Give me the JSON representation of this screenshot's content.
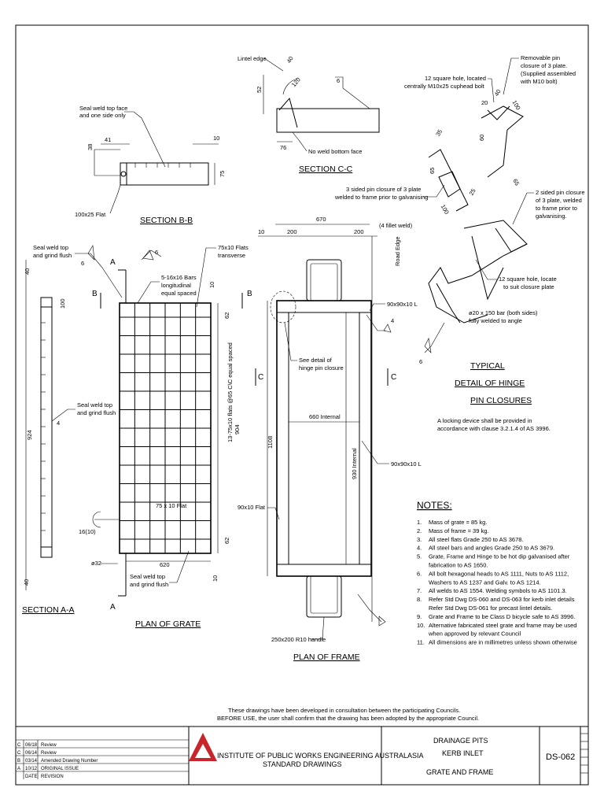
{
  "section_bb": {
    "title": "SECTION B-B",
    "seal_weld": [
      "Seal weld top face",
      "and one side only"
    ],
    "dim_38": "38",
    "dim_41": "41",
    "dim_10": "10",
    "dim_75": "75",
    "flat_label": "100x25 Flat"
  },
  "section_cc": {
    "title": "SECTION C-C",
    "lintel": "Lintel edge",
    "dim_40": "40",
    "dim_52": "52",
    "dim_120": "120",
    "dim_76": "76",
    "weld": "6",
    "no_weld": "No weld bottom face"
  },
  "hinge": {
    "removable": [
      "Removable pin",
      "closure of 3 plate.",
      "(Supplied assembled",
      "with M10 bolt)"
    ],
    "square_hole": [
      "12 square hole, located",
      "centrally M10x25 cuphead bolt"
    ],
    "dims": [
      "20",
      "40",
      "100",
      "60",
      "35",
      "65",
      "100",
      "25",
      "65"
    ],
    "three_sided": [
      "3 sided pin closure of 3 plate",
      "welded to frame prior to galvanising"
    ],
    "two_sided": [
      "2 sided pin closure",
      "of 3 plate, welded",
      "to frame prior to",
      "galvanising."
    ],
    "square_hole2": [
      "12 square hole, locate",
      "to suit closure plate"
    ],
    "bar": [
      "ø20 x 150 bar (both sides)",
      "fully welded to angle"
    ],
    "weld": "6",
    "title": [
      "TYPICAL",
      "DETAIL OF HINGE",
      "PIN CLOSURES"
    ],
    "locking": [
      "A locking device shall be provided in",
      "accordance with clause 3.2.1.4 of AS 3996."
    ]
  },
  "section_aa": {
    "title": "SECTION A-A",
    "dim_40_top": "40",
    "dim_924": "924",
    "dim_40_bot": "40",
    "seal1": [
      "Seal weld top",
      "and grind flush"
    ],
    "seal2": [
      "Seal weld top",
      "and grind flush"
    ],
    "weld": "4",
    "note_16": "16(10)",
    "note_32": "ø32"
  },
  "plan_grate": {
    "title": "PLAN OF GRATE",
    "flats_transverse": [
      "75x10 Flats",
      "transverse"
    ],
    "bars_long": [
      "5-16x16 Bars",
      "longitudinal",
      "equal spaced"
    ],
    "dim_100": "100",
    "dim_10a": "10",
    "dim_62a": "62",
    "dim_904": "904",
    "flats_spaced": "13-75x10 flats @65 C\\C equal spaced",
    "flat_75": "75 x 10 Flat",
    "dim_62b": "62",
    "dim_10b": "10",
    "dim_620": "620",
    "seal3": [
      "Seal weld top",
      "and grind flush"
    ],
    "label_a_top": "A",
    "label_a_bot": "A",
    "label_b_l": "B",
    "label_b_r": "B",
    "weld": "6"
  },
  "plan_frame": {
    "title": "PLAN OF FRAME",
    "dim_670": "670",
    "dim_10": "10",
    "dim_200a": "200",
    "dim_200b": "200",
    "fillet": "(4 fillet weld)",
    "road_edge": "Road Edge",
    "angle1": "90x90x10 L",
    "angle2": "90x90x10 L",
    "weld4": "4",
    "see_detail": [
      "See detail of",
      "hinge pin closure"
    ],
    "internal_660": "660 Internal",
    "dim_1108": "1108",
    "internal_930": "930 Internal",
    "flat_90": "90x10 Flat",
    "handle": "250x200 R10 handle",
    "label_c_l": "C",
    "label_c_r": "C"
  },
  "notes": {
    "heading": "NOTES:",
    "items": [
      [
        "1.",
        "Mass of grate = 85 kg."
      ],
      [
        "2.",
        "Mass of frame = 39 kg."
      ],
      [
        "3.",
        "All steel flats Grade 250 to AS 3678."
      ],
      [
        "4.",
        "All steel bars and angles Grade 250 to AS 3679."
      ],
      [
        "5.",
        "Grate, Frame and Hinge to be hot dip galvanised after"
      ],
      [
        "",
        "fabrication to AS 1650."
      ],
      [
        "6.",
        "All bolt hexagonal heads to  AS 1111,  Nuts to AS 1112,"
      ],
      [
        "",
        "Washers to AS 1237 and Galv. to AS 1214."
      ],
      [
        "7.",
        "All welds to AS 1554. Welding symbols to AS 1101.3."
      ],
      [
        "8.",
        "Refer Std Dwg DS-060 and DS-063 for kerb inlet details"
      ],
      [
        "",
        "Refer Std Dwg DS-061 for precast lintel details."
      ],
      [
        "9.",
        "Grate and Frame to be Class D bicycle safe to AS 3996."
      ],
      [
        "10.",
        "Alternative fabricated steel grate and frame may be used"
      ],
      [
        "",
        "when approved by relevant Council"
      ],
      [
        "11.",
        "All dimensions are in millimetres unless shown otherwise"
      ]
    ]
  },
  "footer": {
    "note1": "These drawings have been developed in consultation between the participating Councils.",
    "note2": "BEFORE USE, the user shall confirm that the drawing has been adopted by the appropriate Council."
  },
  "title_block": {
    "revisions": [
      [
        "C",
        "06/18",
        "Review"
      ],
      [
        "C",
        "06/14",
        "Review"
      ],
      [
        "B",
        "03/14",
        "Amended Drawing Number"
      ],
      [
        "A",
        "10/12",
        "ORIGINAL ISSUE"
      ],
      [
        "",
        "DATE",
        "REVISION"
      ]
    ],
    "institute": "INSTITUTE OF PUBLIC WORKS ENGINEERING AUSTRALASIA",
    "standard": "STANDARD DRAWINGS",
    "drawing_title": [
      "DRAINAGE PITS",
      "KERB INLET",
      "GRATE AND FRAME"
    ],
    "drawing_no": "DS-062",
    "brand_color": "#c8262c"
  }
}
